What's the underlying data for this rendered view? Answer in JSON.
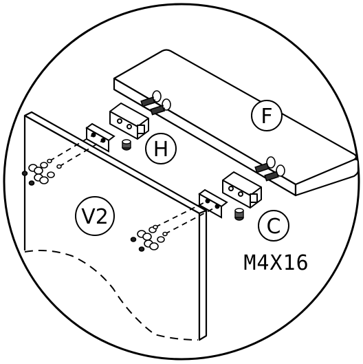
{
  "labels": {
    "F": "F",
    "H": "H",
    "V2": "V2",
    "C": "C",
    "spec": "M4X16"
  },
  "colors": {
    "stroke": "#000000",
    "background": "#ffffff"
  }
}
